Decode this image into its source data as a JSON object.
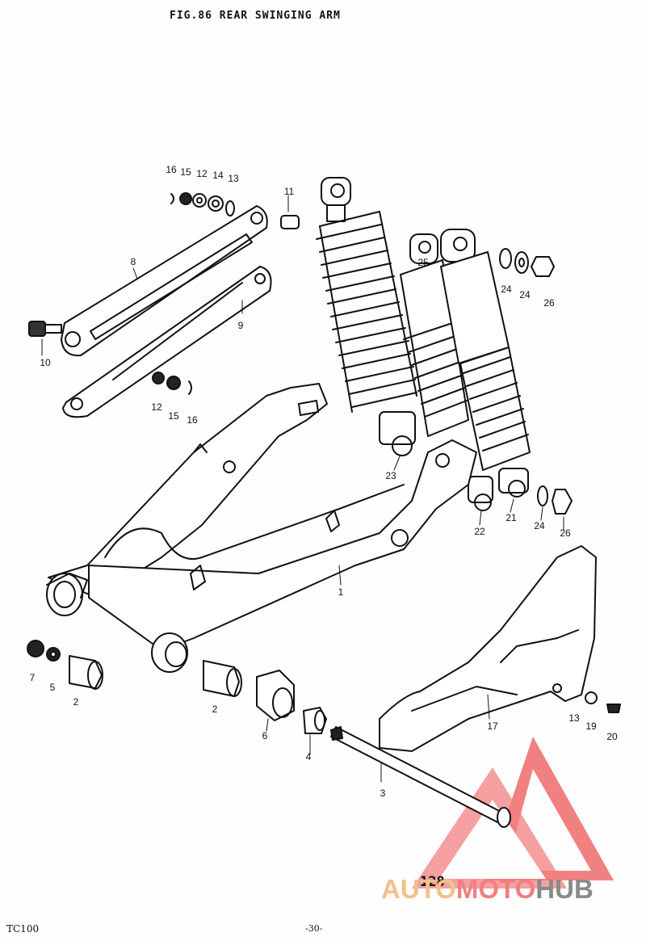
{
  "figure": {
    "title": "FIG.86  REAR SWINGING ARM",
    "model": "TC100",
    "page_number": "-30-",
    "inner_page": "128"
  },
  "callouts": [
    {
      "id": "c1",
      "label": "16"
    },
    {
      "id": "c2",
      "label": "15"
    },
    {
      "id": "c3",
      "label": "12"
    },
    {
      "id": "c4",
      "label": "14"
    },
    {
      "id": "c5",
      "label": "13"
    },
    {
      "id": "c6",
      "label": "11"
    },
    {
      "id": "c7",
      "label": "8"
    },
    {
      "id": "c8",
      "label": "9"
    },
    {
      "id": "c9",
      "label": "10"
    },
    {
      "id": "c10",
      "label": "12"
    },
    {
      "id": "c11",
      "label": "15"
    },
    {
      "id": "c12",
      "label": "16"
    },
    {
      "id": "c13",
      "label": "25"
    },
    {
      "id": "c14",
      "label": "24"
    },
    {
      "id": "c15",
      "label": "24"
    },
    {
      "id": "c16",
      "label": "26"
    },
    {
      "id": "c17",
      "label": "23"
    },
    {
      "id": "c18",
      "label": "22"
    },
    {
      "id": "c19",
      "label": "21"
    },
    {
      "id": "c20",
      "label": "24"
    },
    {
      "id": "c21",
      "label": "26"
    },
    {
      "id": "c22",
      "label": "1"
    },
    {
      "id": "c23",
      "label": "7"
    },
    {
      "id": "c24",
      "label": "5"
    },
    {
      "id": "c25",
      "label": "2"
    },
    {
      "id": "c26",
      "label": "2"
    },
    {
      "id": "c27",
      "label": "6"
    },
    {
      "id": "c28",
      "label": "4"
    },
    {
      "id": "c29",
      "label": "17"
    },
    {
      "id": "c30",
      "label": "13"
    },
    {
      "id": "c31",
      "label": "19"
    },
    {
      "id": "c32",
      "label": "20"
    },
    {
      "id": "c33",
      "label": "3"
    }
  ],
  "watermark": {
    "part1": "AUTO",
    "part2": "MOTO",
    "part3": "HUB",
    "colors": {
      "part1": "#f4c08a",
      "part2": "#f27f7f",
      "part3": "#8a8a8a",
      "logo": "#ef6b6b"
    }
  },
  "colors": {
    "ink": "#111111",
    "paper": "#fefefe"
  }
}
